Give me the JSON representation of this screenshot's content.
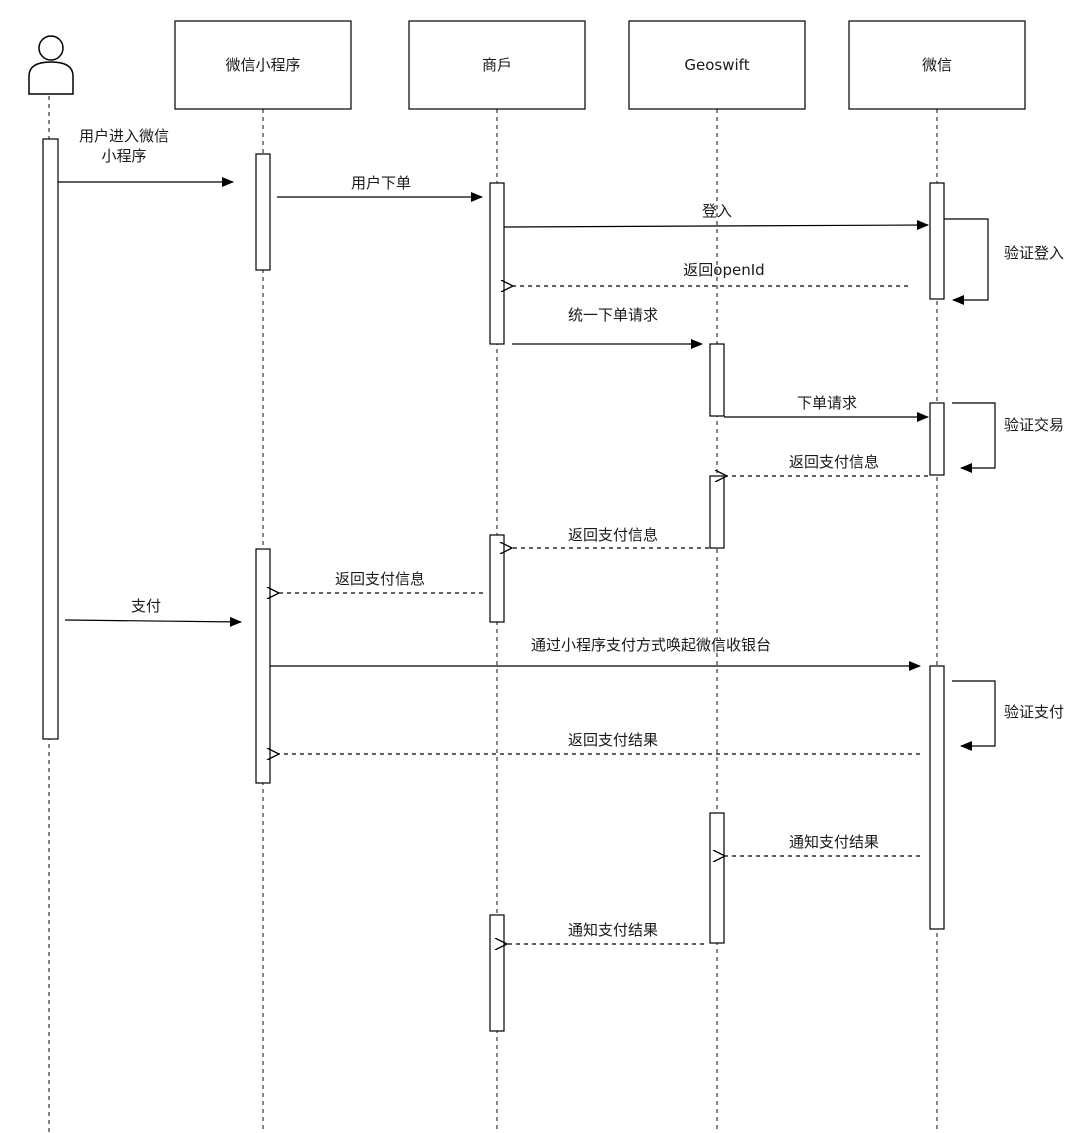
{
  "participants": {
    "user": {
      "icon": "user-icon"
    },
    "miniprogram": {
      "name": "微信小程序"
    },
    "merchant": {
      "name": "商戶"
    },
    "geoswift": {
      "name": "Geoswift"
    },
    "wechat": {
      "name": "微信"
    }
  },
  "messages": [
    {
      "id": "m1",
      "from": "user",
      "to": "miniprogram",
      "style": "solid",
      "lines": [
        "用户进入微信",
        "小程序"
      ]
    },
    {
      "id": "m2",
      "from": "miniprogram",
      "to": "merchant",
      "style": "solid",
      "lines": [
        "用户下单"
      ]
    },
    {
      "id": "m3",
      "from": "merchant",
      "to": "wechat",
      "style": "solid",
      "lines": [
        "登入"
      ]
    },
    {
      "id": "m4",
      "from": "wechat",
      "to": "wechat",
      "style": "self",
      "lines": [
        "验证登入"
      ]
    },
    {
      "id": "m5",
      "from": "wechat",
      "to": "merchant",
      "style": "dashed",
      "lines": [
        "返回openId"
      ]
    },
    {
      "id": "m6",
      "from": "merchant",
      "to": "geoswift",
      "style": "solid",
      "lines": [
        "统一下单请求"
      ]
    },
    {
      "id": "m7",
      "from": "geoswift",
      "to": "wechat",
      "style": "solid",
      "lines": [
        "下单请求"
      ]
    },
    {
      "id": "m8",
      "from": "wechat",
      "to": "wechat",
      "style": "self",
      "lines": [
        "验证交易"
      ]
    },
    {
      "id": "m9",
      "from": "wechat",
      "to": "geoswift",
      "style": "dashed",
      "lines": [
        "返回支付信息"
      ]
    },
    {
      "id": "m10",
      "from": "geoswift",
      "to": "merchant",
      "style": "dashed",
      "lines": [
        "返回支付信息"
      ]
    },
    {
      "id": "m11",
      "from": "merchant",
      "to": "miniprogram",
      "style": "dashed",
      "lines": [
        "返回支付信息"
      ]
    },
    {
      "id": "m12",
      "from": "user",
      "to": "miniprogram",
      "style": "solid",
      "lines": [
        "支付"
      ]
    },
    {
      "id": "m13",
      "from": "miniprogram",
      "to": "wechat",
      "style": "solid",
      "lines": [
        "通过小程序支付方式唤起微信收银台"
      ]
    },
    {
      "id": "m14",
      "from": "wechat",
      "to": "wechat",
      "style": "self",
      "lines": [
        "验证支付"
      ]
    },
    {
      "id": "m15",
      "from": "wechat",
      "to": "miniprogram",
      "style": "dashed",
      "lines": [
        "返回支付结果"
      ]
    },
    {
      "id": "m16",
      "from": "wechat",
      "to": "geoswift",
      "style": "dashed",
      "lines": [
        "通知支付结果"
      ]
    },
    {
      "id": "m17",
      "from": "geoswift",
      "to": "merchant",
      "style": "dashed",
      "lines": [
        "通知支付结果"
      ]
    }
  ]
}
